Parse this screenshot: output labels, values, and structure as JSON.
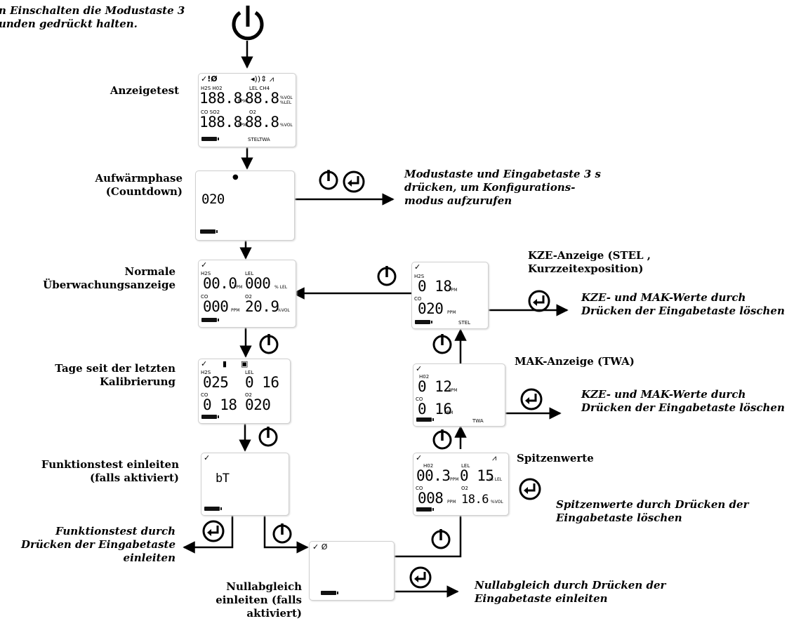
{
  "top_note": "n Einschalten die Modustaste 3\nunden gedrückt halten.",
  "steps": {
    "display_test": "Anzeigetest",
    "warmup": "Aufwärmphase\n(Countdown)",
    "normal": "Normale\nÜberwachungsanzeige",
    "days_cal": "Tage seit der letzten\nKalibrierung",
    "bump_test": "Funktionstest einleiten\n(falls aktiviert)",
    "zero": "Nullabgleich\neinleiten (falls\naktiviert)",
    "peak": "Spitzenwerte",
    "twa": "MAK-Anzeige (TWA)",
    "stel": "KZE-Anzeige (STEL ,\nKurzzeitexposition)"
  },
  "notes": {
    "config": "Modustaste und Eingabetaste 3 s\ndrücken, um Konfigurations-\nmodus aufzurufen",
    "stel_clear": "KZE- und MAK-Werte durch\nDrücken der Eingabetaste löschen",
    "twa_clear": "KZE- und MAK-Werte durch\nDrücken der Eingabetaste löschen",
    "peak_clear": "Spitzenwerte durch Drücken der\nEingabetaste löschen",
    "bump_start": "Funktionstest durch\nDrücken der Eingabetaste\neinleiten",
    "zero_start": "Nullabgleich durch Drücken der\nEingabetaste einleiten"
  },
  "lcd": {
    "test": {
      "top_icons": "✓!Ø",
      "speaker_row": "◂))⇕ ⩘",
      "l1": "H2S H02",
      "l2": "LEL CH4",
      "v1": "188.8",
      "v2": "88.8",
      "ppm": "PPM",
      "u2": "%VOL\n%LEL",
      "l3": "CO  SO2",
      "l4": "O2",
      "v3": "188.8",
      "v4": "88.8",
      "u4": "%VOL",
      "bottom": "STELTWA"
    },
    "warmup": {
      "value": "020"
    },
    "normal": {
      "l1": "H2S",
      "l2": "LEL",
      "v1": "00.0",
      "v2": "000",
      "u1": "PPM",
      "u2": "% LEL",
      "l3": "CO",
      "l4": "O2",
      "v3": "000",
      "v4": "20.9",
      "u3": "PPM",
      "u4": "%VOL"
    },
    "days": {
      "l1": "H2S",
      "l2": "LEL",
      "v1": "025",
      "v2": "0 16",
      "l3": "CO",
      "l4": "O2",
      "v3": "0 18",
      "v4": "020"
    },
    "bump": {
      "value": "bT"
    },
    "zero": {
      "top": "✓ Ø"
    },
    "stel": {
      "l1": "H2S",
      "v1": "0 18",
      "l2": "CO",
      "v2": "020",
      "u": "PPM",
      "tag": "STEL"
    },
    "twa": {
      "l1": "H02",
      "v1": "0 12",
      "l2": "CO",
      "v2": "0 16",
      "u": "PPM",
      "tag": "TWA"
    },
    "peak": {
      "l1": "H02",
      "l2": "LEL",
      "v1": "00.3",
      "v2": "0 15",
      "u1": "PPM",
      "u2": "% LEL",
      "l3": "CO",
      "l4": "O2",
      "v3": "008",
      "v4": "18.6",
      "u3": "PPM",
      "u4": "%VOL"
    }
  }
}
